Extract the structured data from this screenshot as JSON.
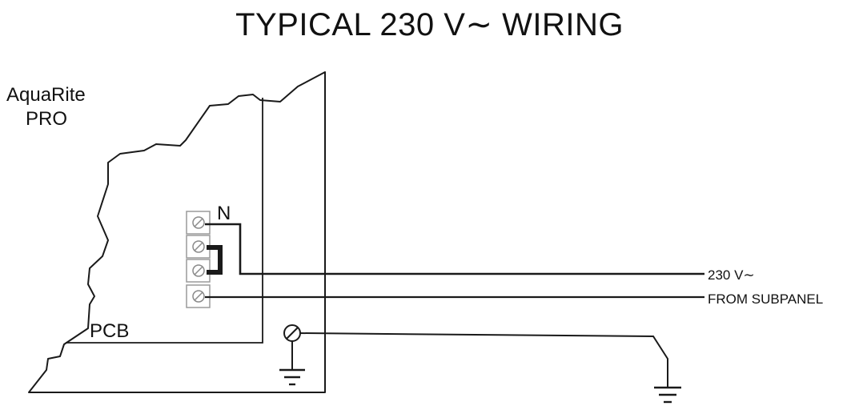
{
  "title": "TYPICAL 230 V∼ WIRING",
  "labels": {
    "device_line1": "AquaRite",
    "device_line2": "PRO",
    "neutral": "N",
    "pcb": "PCB",
    "supply_voltage": "230 V∼",
    "supply_source": "FROM SUBPANEL"
  },
  "terminal_block": {
    "terminal_count": 4
  },
  "colors": {
    "line": "#1a1a1a",
    "terminal_outline": "#9a9a9a",
    "background": "#ffffff"
  }
}
